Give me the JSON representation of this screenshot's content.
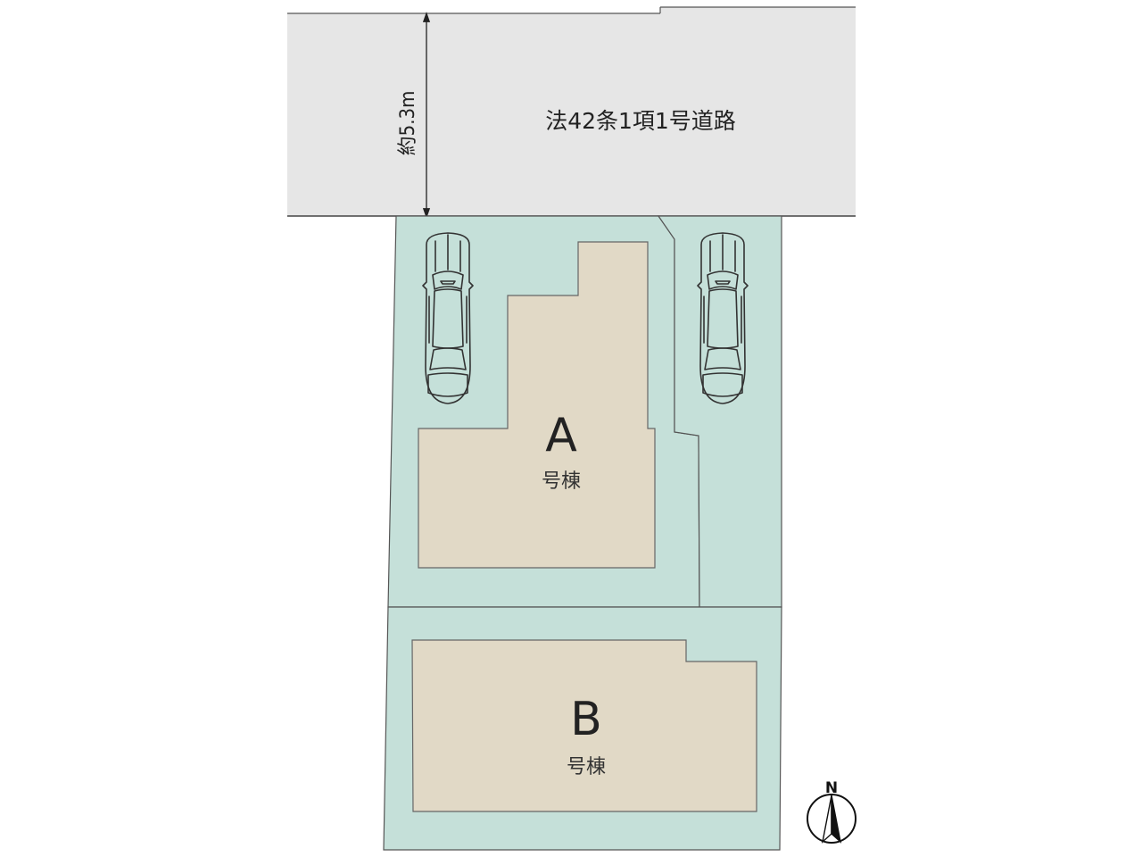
{
  "road": {
    "label": "法42条1項1号道路",
    "width_label": "約5.3m",
    "fill": "#e6e6e6"
  },
  "lot": {
    "fill": "#c5e0d9",
    "stroke": "#555555"
  },
  "houses": [
    {
      "letter": "A",
      "suffix": "号棟"
    },
    {
      "letter": "B",
      "suffix": "号棟"
    }
  ],
  "building_fill": "#e1d9c6",
  "compass": {
    "letter": "N"
  },
  "icons": {
    "car": "car-top-view-icon",
    "compass": "north-arrow-icon"
  }
}
